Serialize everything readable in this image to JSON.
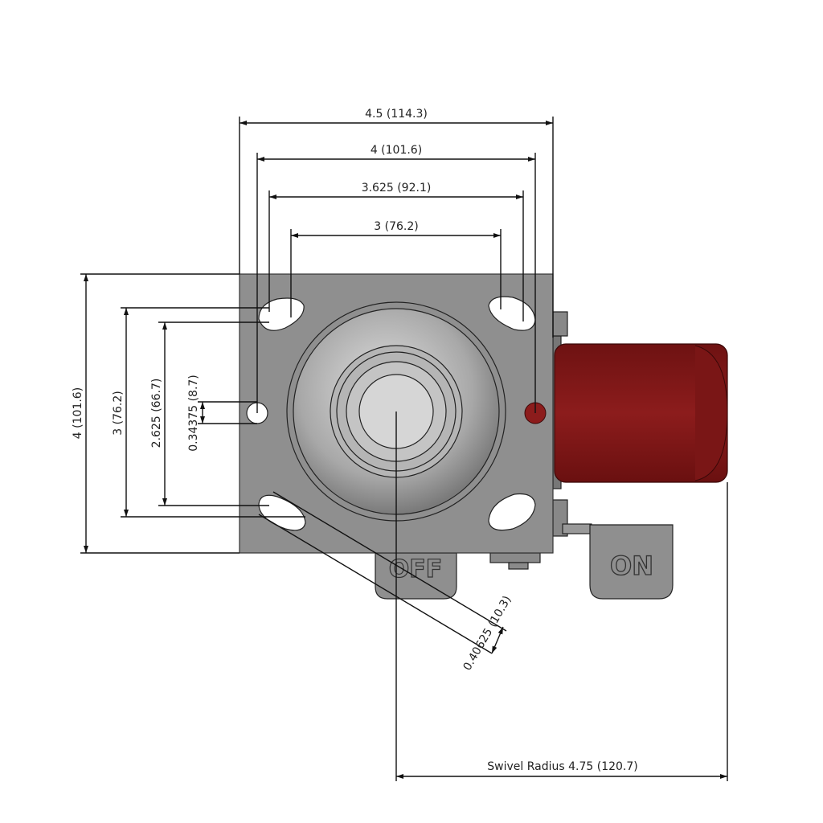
{
  "drawing": {
    "dimensions": {
      "width_overall": "4.5 (114.3)",
      "width_outer_holes": "4 (101.6)",
      "width_slot_outer": "3.625 (92.1)",
      "width_slot_inner": "3 (76.2)",
      "height_overall": "4 (101.6)",
      "height_outer_holes": "3 (76.2)",
      "height_inner_holes": "2.625 (66.7)",
      "hole_diameter": "0.34375 (8.7)",
      "slot_width": "0.40625 (10.3)",
      "swivel_radius": "Swivel Radius 4.75 (120.7)"
    },
    "brake_off_label": "OFF",
    "brake_on_label": "ON",
    "colors": {
      "plate": "#8f8f8f",
      "wheel": "#8c1c1c",
      "ring": "#a9a9a9"
    }
  }
}
